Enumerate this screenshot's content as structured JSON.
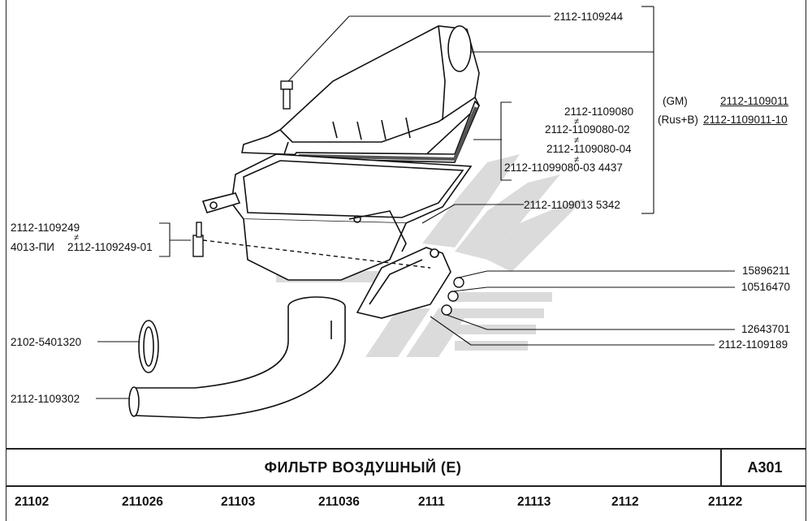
{
  "labels": {
    "top_right_part": "2112-1109244",
    "filter_1": "2112-1109080",
    "filter_2": "2112-1109080-02",
    "filter_3": "2112-1109080-04",
    "filter_4": "2112-11099080-03  4437",
    "housing": "2112-1109013  5342",
    "gm_tag": "(GM)",
    "gm_part": "2112-1109011",
    "rusb_tag": "(Rus+B)",
    "rusb_part": "2112-1109011-10",
    "bolt_1": "2112-1109249",
    "bolt_2_prefix": "4013-ПИ",
    "bolt_2": "2112-1109249-01",
    "p_15896211": "15896211",
    "p_10516470": "10516470",
    "p_12643701": "12643701",
    "p_2112_1109189": "2112-1109189",
    "clamp": "2102-5401320",
    "hose": "2112-1109302",
    "not_equal": "≠"
  },
  "title": "ФИЛЬТР   ВОЗДУШНЫЙ (Е)",
  "code": "A301",
  "models": [
    "21102",
    "211026",
    "21103",
    "211036",
    "2111",
    "21113",
    "2112",
    "21122"
  ]
}
